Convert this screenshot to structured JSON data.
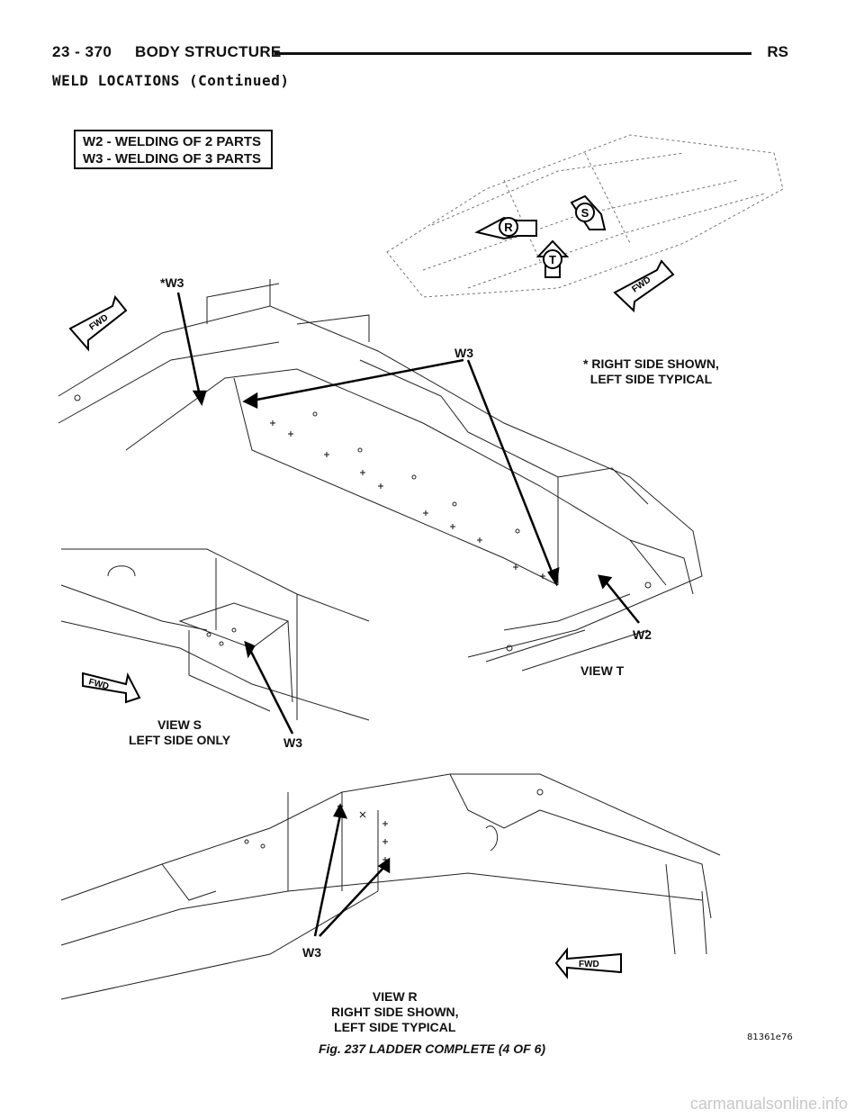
{
  "header": {
    "page_number": "23 - 370",
    "section": "BODY STRUCTURE",
    "code": "RS"
  },
  "subtitle": "WELD LOCATIONS (Continued)",
  "legend": {
    "line1": "W2 - WELDING OF 2 PARTS",
    "line2": "W3 - WELDING OF 3 PARTS"
  },
  "callouts": {
    "star_w3": "*W3",
    "w3_top": "W3",
    "right_side_note_1": "* RIGHT SIDE SHOWN,",
    "right_side_note_2": "LEFT SIDE TYPICAL",
    "w2": "W2",
    "view_t": "VIEW T",
    "view_s_1": "VIEW S",
    "view_s_2": "LEFT SIDE ONLY",
    "w3_s": "W3",
    "w3_r": "W3",
    "view_r_1": "VIEW R",
    "view_r_2": "RIGHT SIDE SHOWN,",
    "view_r_3": "LEFT SIDE TYPICAL",
    "view_letter_r": "R",
    "view_letter_s": "S",
    "view_letter_t": "T",
    "fwd": "FWD"
  },
  "caption": "Fig. 237 LADDER COMPLETE (4 OF 6)",
  "figure_id": "81361e76",
  "watermark": "carmanualsonline.info"
}
